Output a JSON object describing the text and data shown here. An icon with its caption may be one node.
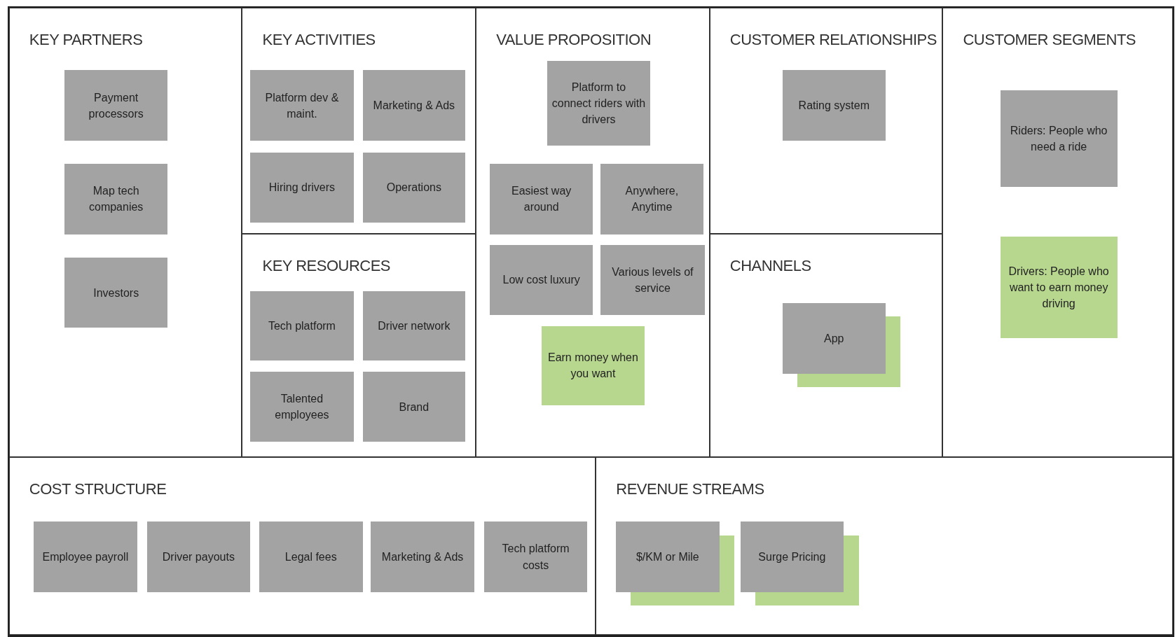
{
  "diagram": {
    "nodes": [
      {
        "text": [
          "KEY PARTNERS"
        ]
      },
      {
        "text": [
          "Payment processors"
        ],
        "in": 0
      },
      {
        "text": [
          "Map tech companies"
        ],
        "in": 0
      },
      {
        "text": [
          "Investors"
        ],
        "in": 0
      },
      {
        "text": [
          "KEY ACTIVITIES"
        ]
      },
      {
        "text": [
          "Platform dev & maint."
        ],
        "in": 4
      },
      {
        "text": [
          "Marketing & Ads"
        ],
        "in": 4
      },
      {
        "text": [
          "Hiring drivers"
        ],
        "in": 4
      },
      {
        "text": [
          "Operations"
        ],
        "in": 4
      },
      {
        "text": [
          "KEY RESOURCES"
        ]
      },
      {
        "text": [
          "Tech platform"
        ],
        "in": 9
      },
      {
        "text": [
          "Driver network"
        ],
        "in": 9
      },
      {
        "text": [
          "Talented employees"
        ],
        "in": 9
      },
      {
        "text": [
          "Brand"
        ],
        "in": 9
      },
      {
        "text": [
          "VALUE PROPOSITION"
        ]
      },
      {
        "text": [
          "Platform to connect riders with drivers"
        ],
        "in": 14
      },
      {
        "text": [
          "Easiest way around"
        ],
        "in": 14
      },
      {
        "text": [
          "Anywhere, Anytime"
        ],
        "in": 14
      },
      {
        "text": [
          "Low cost luxury"
        ],
        "in": 14
      },
      {
        "text": [
          "Various levels of service"
        ],
        "in": 14
      },
      {
        "text": [
          "Earn money when you want"
        ],
        "in": 14
      },
      {
        "text": [
          "CUSTOMER RELATIONSHIPS"
        ]
      },
      {
        "text": [
          "Rating system"
        ],
        "in": 21
      },
      {
        "text": [
          "CHANNELS"
        ]
      },
      {
        "text": [
          "App"
        ],
        "in": 23
      },
      {
        "text": [
          "CUSTOMER SEGMENTS"
        ]
      },
      {
        "text": [
          "Riders: People who need a ride"
        ],
        "in": 25
      },
      {
        "text": [
          "Drivers: People who want to earn money driving"
        ],
        "in": 25
      },
      {
        "text": [
          "COST STRUCTURE"
        ]
      },
      {
        "text": [
          "Employee payroll"
        ],
        "in": 28
      },
      {
        "text": [
          "Driver payouts"
        ],
        "in": 28
      },
      {
        "text": [
          "Legal fees"
        ],
        "in": 28
      },
      {
        "text": [
          "Marketing & Ads"
        ],
        "in": 28
      },
      {
        "text": [
          "Tech platform costs"
        ],
        "in": 28
      },
      {
        "text": [
          "REVENUE STREAMS"
        ]
      },
      {
        "text": [
          "$/KM or Mile"
        ],
        "in": 34
      },
      {
        "text": [
          "Surge Pricing"
        ],
        "in": 34
      }
    ],
    "edges": []
  }
}
